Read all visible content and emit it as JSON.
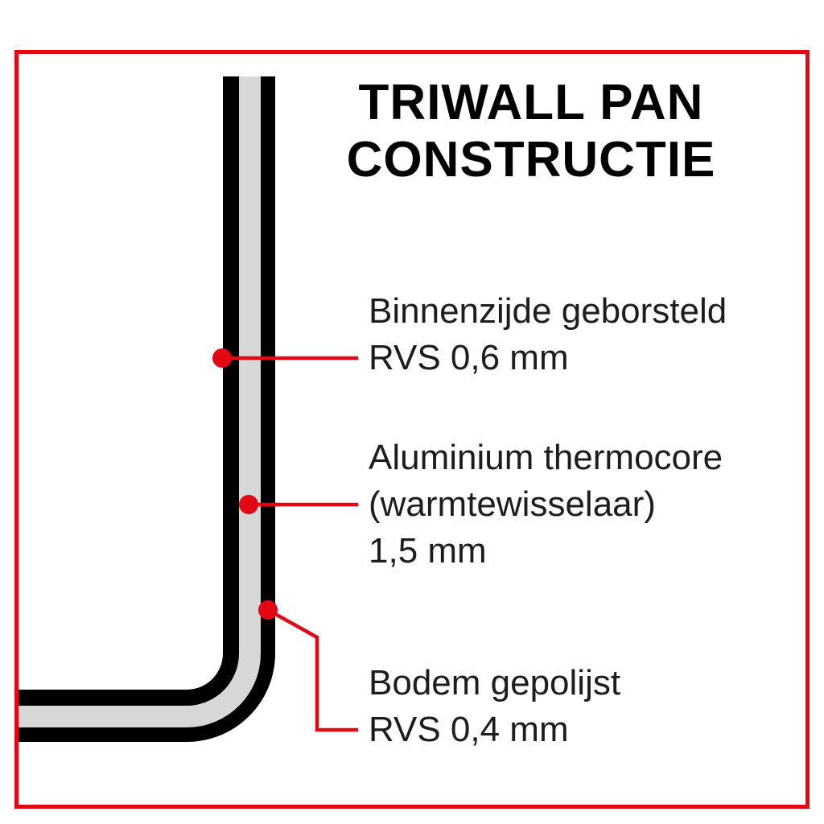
{
  "title": {
    "line1": "TRIWALL PAN",
    "line2": "CONSTRUCTIE"
  },
  "callouts": [
    {
      "lines": [
        "Binnenzijde geborsteld",
        "RVS 0,6 mm"
      ]
    },
    {
      "lines": [
        "Aluminium thermocore",
        "(warmtewisselaar)",
        "1,5 mm"
      ]
    },
    {
      "lines": [
        "Bodem gepolijst",
        "RVS 0,4 mm"
      ]
    }
  ],
  "colors": {
    "accent_red": "#e30613",
    "wall_black": "#000000",
    "core_gray": "#d7d7d7",
    "background": "#ffffff",
    "text": "#1d1d1b"
  }
}
